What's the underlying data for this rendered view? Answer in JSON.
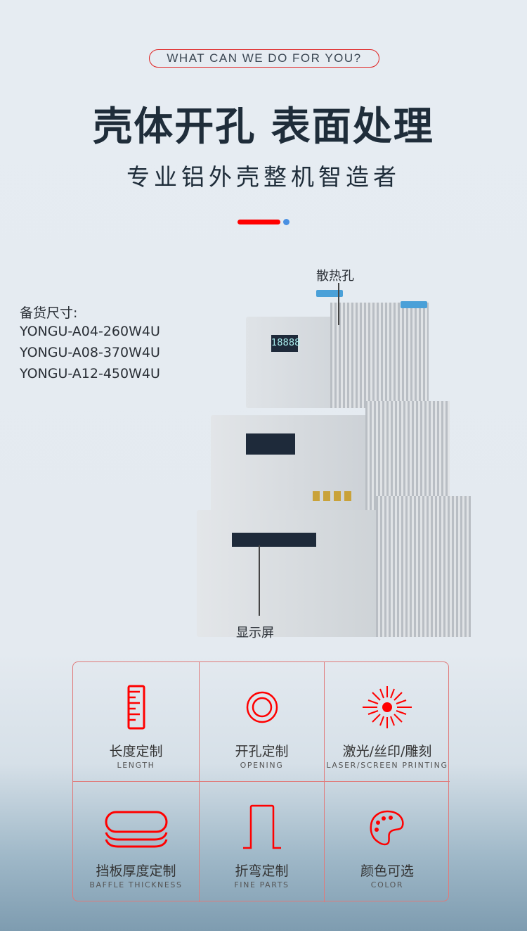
{
  "header": {
    "tagline": "WHAT CAN WE DO FOR YOU?",
    "title": "壳体开孔 表面处理",
    "subtitle": "专业铝外壳整机智造者"
  },
  "colors": {
    "accent": "#ff0000",
    "dot": "#4a90e2",
    "text": "#1f2d3a"
  },
  "specs": {
    "label": "备货尺寸:",
    "models": [
      "YONGU-A04-260W4U",
      "YONGU-A08-370W4U",
      "YONGU-A12-450W4U"
    ]
  },
  "callouts": {
    "vent": "散热孔",
    "display": "显示屏"
  },
  "product": {
    "display_digits": "18888"
  },
  "features": [
    {
      "cn": "长度定制",
      "en": "LENGTH",
      "icon": "ruler-icon"
    },
    {
      "cn": "开孔定制",
      "en": "OPENING",
      "icon": "concentric-circle-icon"
    },
    {
      "cn": "激光/丝印/雕刻",
      "en": "LASER/SCREEN PRINTING",
      "icon": "laser-burst-icon"
    },
    {
      "cn": "挡板厚度定制",
      "en": "BAFFLE THICKNESS",
      "icon": "stacked-plates-icon"
    },
    {
      "cn": "折弯定制",
      "en": "FINE PARTS",
      "icon": "bend-icon"
    },
    {
      "cn": "颜色可选",
      "en": "COLOR",
      "icon": "palette-icon"
    }
  ]
}
